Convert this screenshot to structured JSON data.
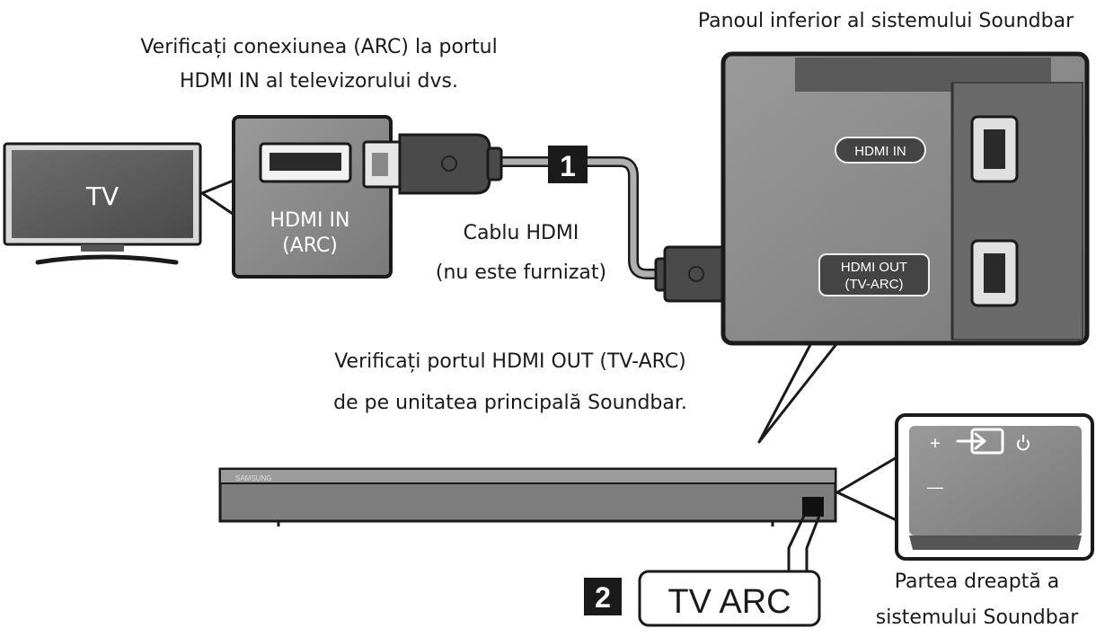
{
  "captions": {
    "check_tv_port": [
      "Verificați conexiunea (ARC) la portul",
      "HDMI IN al televizorului dvs."
    ],
    "bottom_panel": "Panoul inferior al sistemului Soundbar",
    "cable": [
      "Cablu HDMI",
      "(nu este furnizat)"
    ],
    "check_soundbar_port": [
      "Verificați portul HDMI OUT (TV-ARC)",
      "de pe unitatea principală Soundbar."
    ],
    "right_side": [
      "Partea dreaptă a",
      "sistemului Soundbar"
    ]
  },
  "tv": {
    "label": "TV",
    "port_label": [
      "HDMI IN",
      "(ARC)"
    ]
  },
  "soundbar_panel": {
    "hdmi_in": "HDMI IN",
    "hdmi_out": [
      "HDMI OUT",
      "(TV-ARC)"
    ]
  },
  "soundbar": {
    "brand": "SAMSUNG"
  },
  "right_panel": {
    "plus": "+",
    "minus": "—",
    "icons": [
      "source-icon",
      "power-icon"
    ]
  },
  "steps": {
    "step1": "1",
    "step2": "2",
    "step2_display": "TV ARC"
  },
  "colors": {
    "panel_gray": "#8a8a8a",
    "dark_gray": "#555555",
    "cable_gray": "#a0a0a0",
    "black": "#1a1a1a"
  }
}
